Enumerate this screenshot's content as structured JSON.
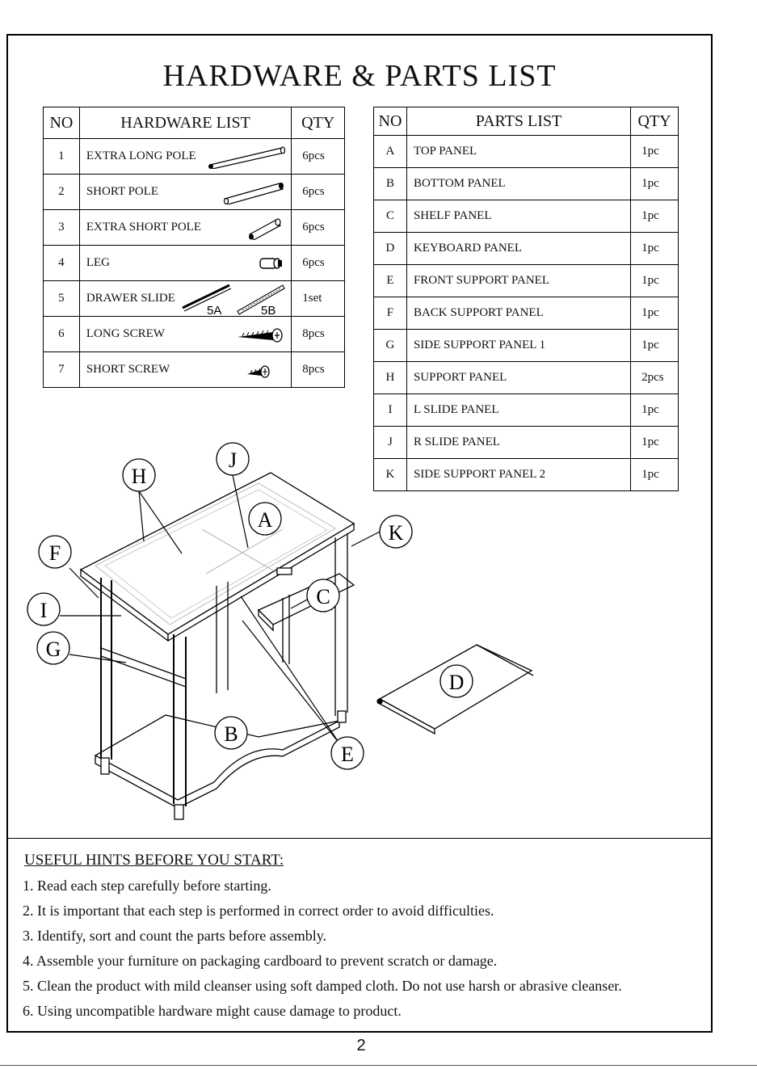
{
  "title": "HARDWARE & PARTS LIST",
  "hardware": {
    "headers": {
      "no": "NO",
      "name": "HARDWARE LIST",
      "qty": "QTY"
    },
    "rows": [
      {
        "no": "1",
        "name": "EXTRA LONG  POLE",
        "qty": "6pcs",
        "icon": "extra-long-pole-icon"
      },
      {
        "no": "2",
        "name": "SHORT POLE",
        "qty": "6pcs",
        "icon": "short-pole-icon"
      },
      {
        "no": "3",
        "name": "EXTRA SHORT POLE",
        "qty": "6pcs",
        "icon": "extra-short-pole-icon"
      },
      {
        "no": "4",
        "name": "LEG",
        "qty": "6pcs",
        "icon": "leg-icon"
      },
      {
        "no": "5",
        "name": "DRAWER SLIDE",
        "qty": "1set",
        "icon": "drawer-slide-icon",
        "sub_a": "5A",
        "sub_b": "5B"
      },
      {
        "no": "6",
        "name": "LONG SCREW",
        "qty": "8pcs",
        "icon": "long-screw-icon"
      },
      {
        "no": "7",
        "name": "SHORT SCREW",
        "qty": "8pcs",
        "icon": "short-screw-icon"
      }
    ]
  },
  "parts": {
    "headers": {
      "no": "NO",
      "name": "PARTS LIST",
      "qty": "QTY"
    },
    "rows": [
      {
        "no": "A",
        "name": "TOP  PANEL",
        "qty": "1pc"
      },
      {
        "no": "B",
        "name": "BOTTOM PANEL",
        "qty": "1pc"
      },
      {
        "no": "C",
        "name": "SHELF PANEL",
        "qty": "1pc"
      },
      {
        "no": "D",
        "name": "KEYBOARD PANEL",
        "qty": "1pc"
      },
      {
        "no": "E",
        "name": "FRONT SUPPORT PANEL",
        "qty": "1pc"
      },
      {
        "no": "F",
        "name": "BACK SUPPORT PANEL",
        "qty": "1pc"
      },
      {
        "no": "G",
        "name": "SIDE SUPPORT PANEL 1",
        "qty": "1pc"
      },
      {
        "no": "H",
        "name": "SUPPORT PANEL",
        "qty": "2pcs"
      },
      {
        "no": "I",
        "name": "L SLIDE PANEL",
        "qty": "1pc"
      },
      {
        "no": "J",
        "name": "R SLIDE PANEL",
        "qty": "1pc"
      },
      {
        "no": "K",
        "name": "SIDE SUPPORT PANEL 2",
        "qty": "1pc"
      }
    ]
  },
  "diagram": {
    "callouts": [
      "H",
      "J",
      "A",
      "F",
      "K",
      "I",
      "C",
      "G",
      "D",
      "B",
      "E"
    ]
  },
  "hints": {
    "title": "USEFUL HINTS BEFORE YOU START:",
    "items": [
      "1. Read each step carefully before starting.",
      "2. It is important that each step is performed in correct order to avoid difficulties.",
      "3. Identify, sort and count the parts before assembly.",
      "4. Assemble your furniture on packaging cardboard to prevent scratch or damage.",
      "5. Clean the product with mild cleanser using soft damped cloth. Do not use harsh or abrasive cleanser.",
      "6. Using uncompatible hardware might cause damage to product."
    ]
  },
  "page_number": "2"
}
